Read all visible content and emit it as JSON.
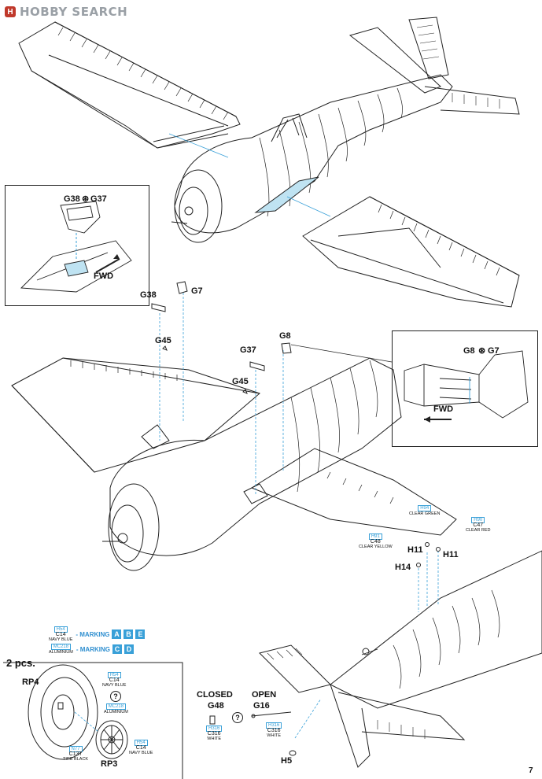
{
  "header": {
    "logo_badge": "H",
    "logo_text": "HOBBY SEARCH"
  },
  "page_number": "7",
  "inset_top": {
    "part_a": "G38",
    "part_b": "G37",
    "fwd": "FWD"
  },
  "inset_right": {
    "part_a": "G8",
    "part_b": "G7",
    "fwd": "FWD"
  },
  "parts": {
    "g38": "G38",
    "g7": "G7",
    "g45_a": "G45",
    "g37": "G37",
    "g8": "G8",
    "g45_b": "G45",
    "h11_a": "H11",
    "h11_b": "H11",
    "h14": "H14",
    "h5": "H5"
  },
  "paints": {
    "h94": {
      "code": "H94",
      "name": "CLEAR GREEN"
    },
    "h90": {
      "code": "H90",
      "num": "C47",
      "name": "CLEAR RED"
    },
    "h91": {
      "code": "H91",
      "num": "C48",
      "name": "CLEAR YELLOW"
    },
    "legend_1": {
      "code": "H54",
      "num": "C14",
      "name": "NAVY BLUE"
    },
    "legend_2": {
      "code": "MC218",
      "name": "ALUMINIUM"
    },
    "wheel_h54": {
      "code": "H54",
      "num": "C14",
      "name": "NAVY BLUE"
    },
    "wheel_mc218": {
      "code": "MC218",
      "name": "ALUMINIUM"
    },
    "tire": {
      "code": "N77",
      "num": "C137",
      "name": "TIRE BLACK"
    },
    "hub": {
      "code": "H54",
      "num": "C14",
      "name": "NAVY BLUE"
    },
    "white_1": {
      "code": "H316",
      "num": "C316",
      "name": "WHITE"
    },
    "white_2": {
      "code": "H316",
      "num": "C316",
      "name": "WHITE"
    }
  },
  "markings": {
    "row1_label": "- MARKING",
    "row1_a": "A",
    "row1_b": "B",
    "row1_c": "E",
    "row2_label": "- MARKING",
    "row2_a": "C",
    "row2_b": "D"
  },
  "wheels": {
    "qty": "2 pcs.",
    "rp4": "RP4",
    "rp3": "RP3"
  },
  "hook": {
    "closed": "CLOSED",
    "closed_part": "G48",
    "open": "OPEN",
    "open_part": "G16",
    "qmark": "?"
  },
  "wheel_qmark": "?",
  "colors": {
    "accent": "#39a0d8",
    "line": "#222222",
    "clear": "#bfe3f2"
  }
}
